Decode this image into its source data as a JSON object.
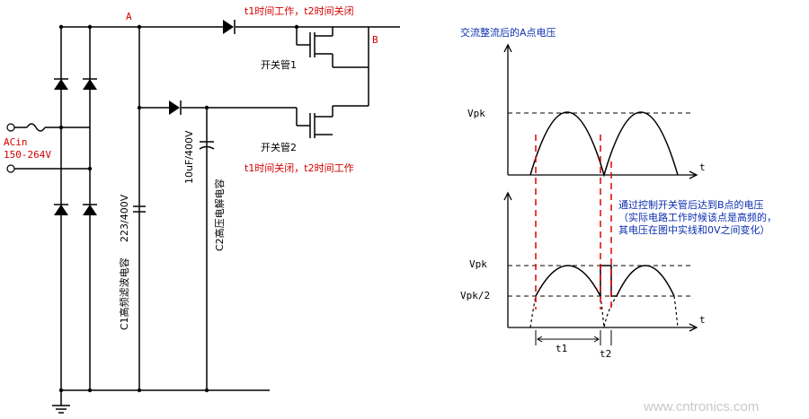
{
  "circuit": {
    "node_a": "A",
    "node_b": "B",
    "ac_input_label": "ACin",
    "ac_input_range": "150-264V",
    "switch1_label": "开关管1",
    "switch2_label": "开关管2",
    "switch1_timing": "t1时间工作，t2时间关闭",
    "switch2_timing": "t1时间关闭，t2时间工作",
    "c1_value": "223/400V",
    "c1_name": "C1高频滤波电容",
    "c2_value": "10uF/400V",
    "c2_name": "C2高压电解电容"
  },
  "waveforms": {
    "top_title": "交流整流后的A点电压",
    "top_peak_label": "Vpk",
    "top_t_label": "t",
    "bottom_peak_label": "Vpk",
    "bottom_half_label": "Vpk/2",
    "bottom_t_label": "t",
    "t1_label": "t1",
    "t2_label": "t2",
    "note_line1": "通过控制开关管后达到B点的电压",
    "note_line2": "（实际电路工作时候该点是高频的，",
    "note_line3": "其电压在图中实线和0V之间变化）"
  },
  "watermark": "www.cntronics.com",
  "colors": {
    "annotation_red": "#d40000",
    "title_blue": "#0b2fb0",
    "guide_red": "#e00000"
  }
}
